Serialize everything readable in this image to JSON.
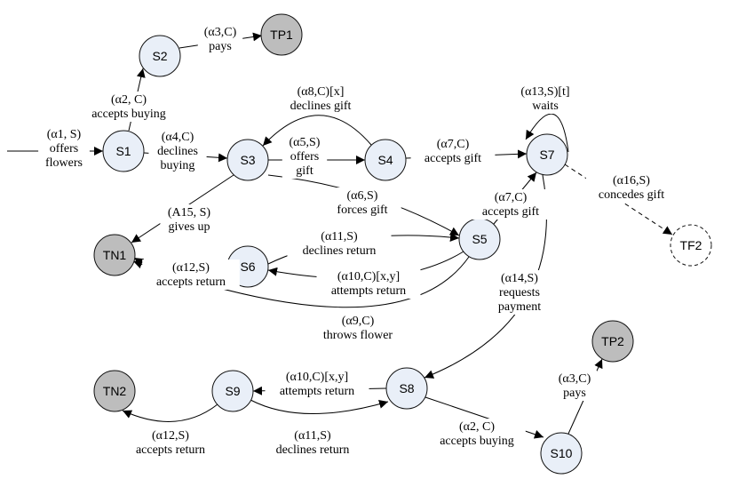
{
  "nodes": [
    {
      "id": "S1",
      "label": "S1",
      "kind": "state"
    },
    {
      "id": "S2",
      "label": "S2",
      "kind": "state"
    },
    {
      "id": "S3",
      "label": "S3",
      "kind": "state"
    },
    {
      "id": "S4",
      "label": "S4",
      "kind": "state"
    },
    {
      "id": "S5",
      "label": "S5",
      "kind": "state"
    },
    {
      "id": "S6",
      "label": "S6",
      "kind": "state"
    },
    {
      "id": "S7",
      "label": "S7",
      "kind": "state"
    },
    {
      "id": "S8",
      "label": "S8",
      "kind": "state"
    },
    {
      "id": "S9",
      "label": "S9",
      "kind": "state"
    },
    {
      "id": "S10",
      "label": "S10",
      "kind": "state"
    },
    {
      "id": "TP1",
      "label": "TP1",
      "kind": "terminal"
    },
    {
      "id": "TP2",
      "label": "TP2",
      "kind": "terminal"
    },
    {
      "id": "TN1",
      "label": "TN1",
      "kind": "terminal"
    },
    {
      "id": "TN2",
      "label": "TN2",
      "kind": "terminal"
    },
    {
      "id": "TF2",
      "label": "TF2",
      "kind": "final-fail"
    }
  ],
  "edges": [
    {
      "id": "e-start-s1",
      "from": "",
      "to": "S1",
      "code": "(α1, S)",
      "lines": [
        "offers",
        "flowers"
      ]
    },
    {
      "id": "e-s1-s2",
      "from": "S1",
      "to": "S2",
      "code": "(α2, C)",
      "lines": [
        "accepts buying"
      ]
    },
    {
      "id": "e-s2-tp1",
      "from": "S2",
      "to": "TP1",
      "code": "(α3,C)",
      "lines": [
        "pays"
      ]
    },
    {
      "id": "e-s1-s3",
      "from": "S1",
      "to": "S3",
      "code": "(α4,C)",
      "lines": [
        "declines",
        "buying"
      ]
    },
    {
      "id": "e-s4-s3",
      "from": "S4",
      "to": "S3",
      "code": "(α8,C)[x]",
      "lines": [
        "declines gift"
      ]
    },
    {
      "id": "e-s3-s4",
      "from": "S3",
      "to": "S4",
      "code": "(α5,S)",
      "lines": [
        "offers",
        "gift"
      ]
    },
    {
      "id": "e-s4-s7",
      "from": "S4",
      "to": "S7",
      "code": "(α7,C)",
      "lines": [
        "accepts gift"
      ]
    },
    {
      "id": "e-s7-self",
      "from": "S7",
      "to": "S7",
      "code": "(α13,S)[t]",
      "lines": [
        "waits"
      ]
    },
    {
      "id": "e-s7-tf2",
      "from": "S7",
      "to": "TF2",
      "code": "(α16,S)",
      "lines": [
        "concedes gift"
      ]
    },
    {
      "id": "e-s3-tn1",
      "from": "S3",
      "to": "TN1",
      "code": "(A15, S)",
      "lines": [
        "gives up"
      ]
    },
    {
      "id": "e-s3-s5",
      "from": "S3",
      "to": "S5",
      "code": "(α6,S)",
      "lines": [
        "forces gift"
      ]
    },
    {
      "id": "e-s5-s7",
      "from": "S5",
      "to": "S7",
      "code": "(α7,C)",
      "lines": [
        "accepts gift"
      ]
    },
    {
      "id": "e-s6-s5",
      "from": "S6",
      "to": "S5",
      "code": "(α11,S)",
      "lines": [
        "declines return"
      ]
    },
    {
      "id": "e-s5-s6",
      "from": "S5",
      "to": "S6",
      "code": "(α10,C)[x,y]",
      "lines": [
        "attempts return"
      ]
    },
    {
      "id": "e-s6-tn1",
      "from": "S6",
      "to": "TN1",
      "code": "(α12,S)",
      "lines": [
        "accepts return"
      ]
    },
    {
      "id": "e-s5-tn1",
      "from": "S5",
      "to": "TN1",
      "code": "(α9,C)",
      "lines": [
        "throws flower"
      ]
    },
    {
      "id": "e-s7-s8",
      "from": "S7",
      "to": "S8",
      "code": "(α14,S)",
      "lines": [
        "requests",
        "payment"
      ]
    },
    {
      "id": "e-s8-s9",
      "from": "S8",
      "to": "S9",
      "code": "(α10,C)[x,y]",
      "lines": [
        "attempts return"
      ]
    },
    {
      "id": "e-s9-s8",
      "from": "S9",
      "to": "S8",
      "code": "(α11,S)",
      "lines": [
        "declines return"
      ]
    },
    {
      "id": "e-s9-tn2",
      "from": "S9",
      "to": "TN2",
      "code": "(α12,S)",
      "lines": [
        "accepts return"
      ]
    },
    {
      "id": "e-s8-s10",
      "from": "S8",
      "to": "S10",
      "code": "(α2, C)",
      "lines": [
        "accepts buying"
      ]
    },
    {
      "id": "e-s10-tp2",
      "from": "S10",
      "to": "TP2",
      "code": "(α3,C)",
      "lines": [
        "pays"
      ]
    }
  ]
}
